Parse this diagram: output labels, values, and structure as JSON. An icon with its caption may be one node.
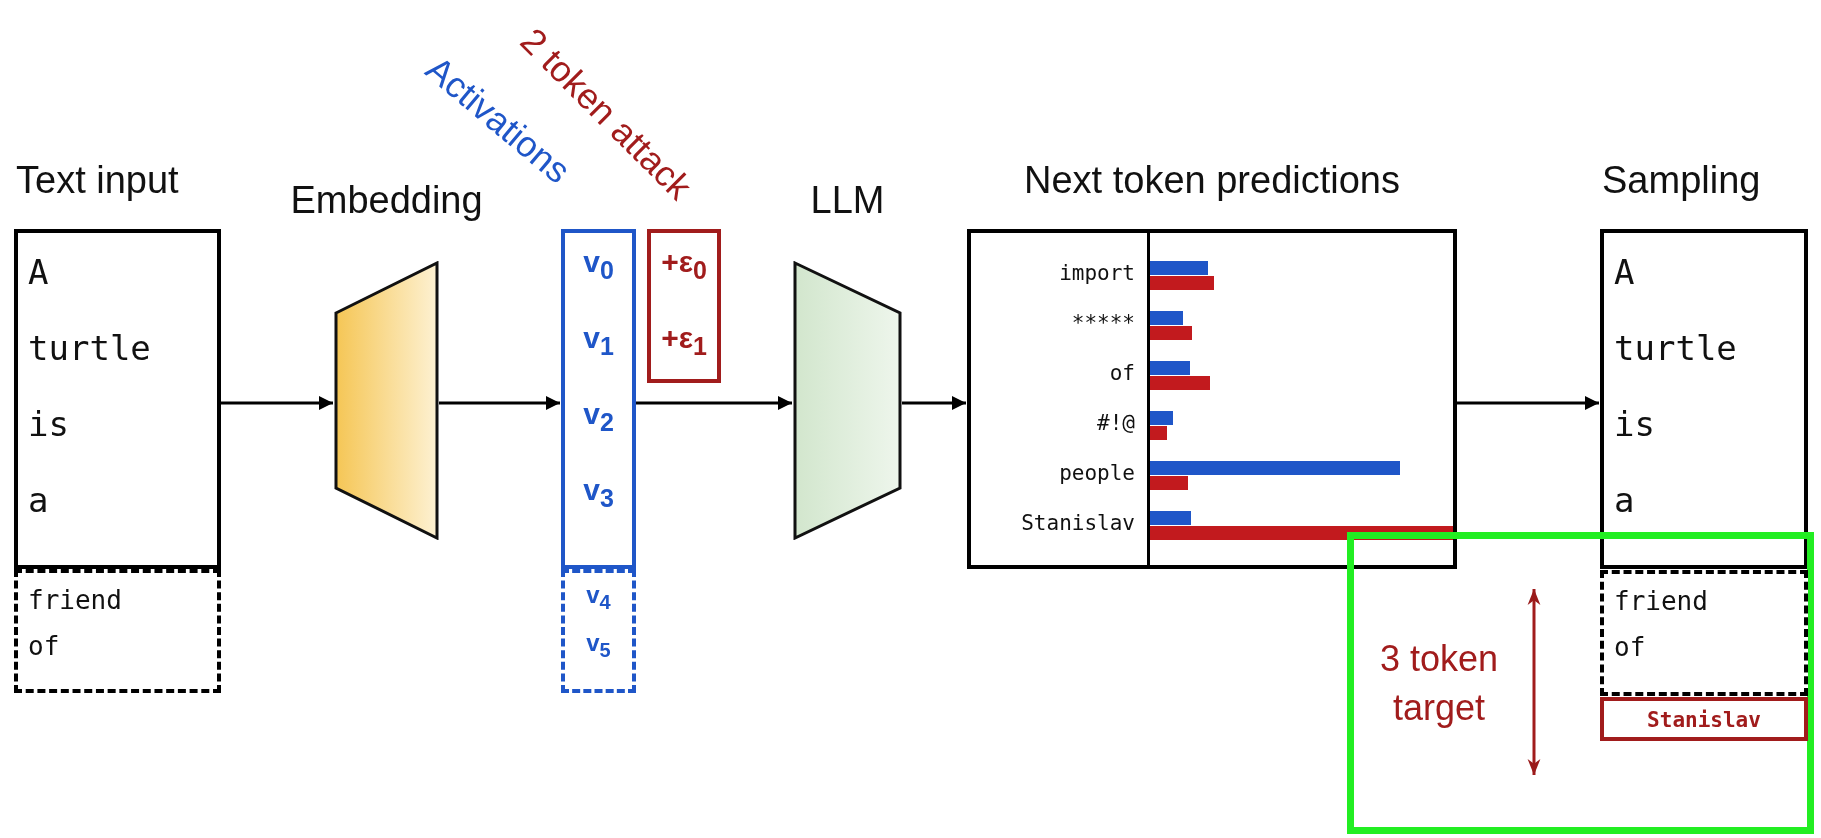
{
  "diagram": {
    "nodes": [
      {
        "text": [
          "Text input",
          "A",
          "turtle",
          "is",
          "a"
        ]
      },
      {
        "text": [
          "friend",
          "of"
        ]
      },
      {
        "text": [
          "Embedding"
        ]
      },
      {
        "text": [
          "Activations",
          "v$_{0}$",
          "v$_{1}$",
          "v$_{2}$",
          "v$_{3}$"
        ]
      },
      {
        "text": [
          "v$_{4}$",
          "v$_{5}$"
        ]
      },
      {
        "text": [
          "2 token attack",
          "+ε$_{0}$",
          "+ε$_{1}$"
        ]
      },
      {
        "text": [
          "LLM"
        ]
      },
      {
        "text": [
          "Next token predictions",
          "import",
          "*****",
          "of",
          "#!@",
          "people",
          "Stanislav"
        ]
      },
      {
        "text": [
          "Sampling",
          "A",
          "turtle",
          "is",
          "a"
        ]
      },
      {
        "text": [
          "3 token target"
        ]
      },
      {
        "text": [
          "friend",
          "of"
        ],
        "in": 9
      },
      {
        "text": [
          "Stanislav"
        ],
        "in": 9
      }
    ],
    "edges": [
      {
        "from": 0,
        "to": 2,
        "arrow": "to"
      },
      {
        "from": 2,
        "to": 3,
        "arrow": "to"
      },
      {
        "from": 3,
        "to": 6,
        "arrow": "to"
      },
      {
        "from": 6,
        "to": 7,
        "arrow": "to"
      },
      {
        "from": 7,
        "to": 8,
        "arrow": "to"
      }
    ]
  }
}
